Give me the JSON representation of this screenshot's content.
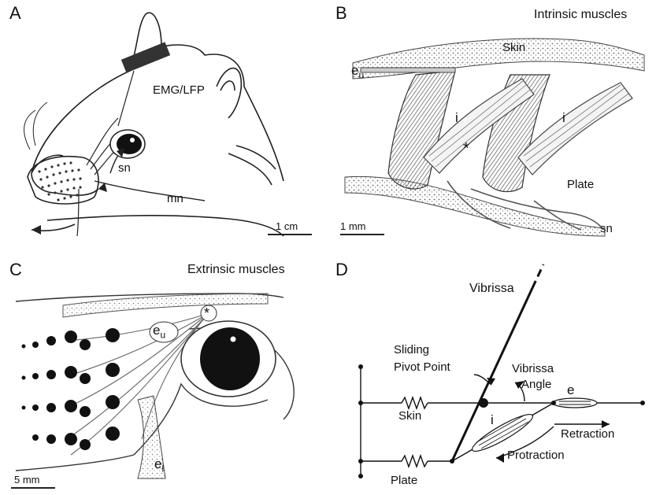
{
  "panels": [
    {
      "letter": "A",
      "labels": {
        "emg": "EMG/LFP",
        "sn": "sn",
        "mn": "mn",
        "scale": "1 cm"
      }
    },
    {
      "letter": "B",
      "title": "Intrinsic muscles",
      "labels": {
        "eu": "e",
        "eu_sub": "u",
        "skin": "Skin",
        "i1": "i",
        "i2": "i",
        "star": "*",
        "plate": "Plate",
        "sn": "sn",
        "scale": "1 mm"
      }
    },
    {
      "letter": "C",
      "title": "Extrinsic muscles",
      "labels": {
        "eu": "e",
        "eu_sub": "u",
        "el": "e",
        "el_sub": "l",
        "star": "*",
        "scale": "5 mm"
      }
    },
    {
      "letter": "D",
      "labels": {
        "vibrissa": "Vibrissa",
        "sliding1": "Sliding",
        "sliding2": "Pivot Point",
        "angle1": "Vibrissa",
        "angle2": "Angle",
        "e": "e",
        "i": "i",
        "skin": "Skin",
        "plate": "Plate",
        "retraction": "Retraction",
        "protraction": "Protraction"
      }
    }
  ]
}
